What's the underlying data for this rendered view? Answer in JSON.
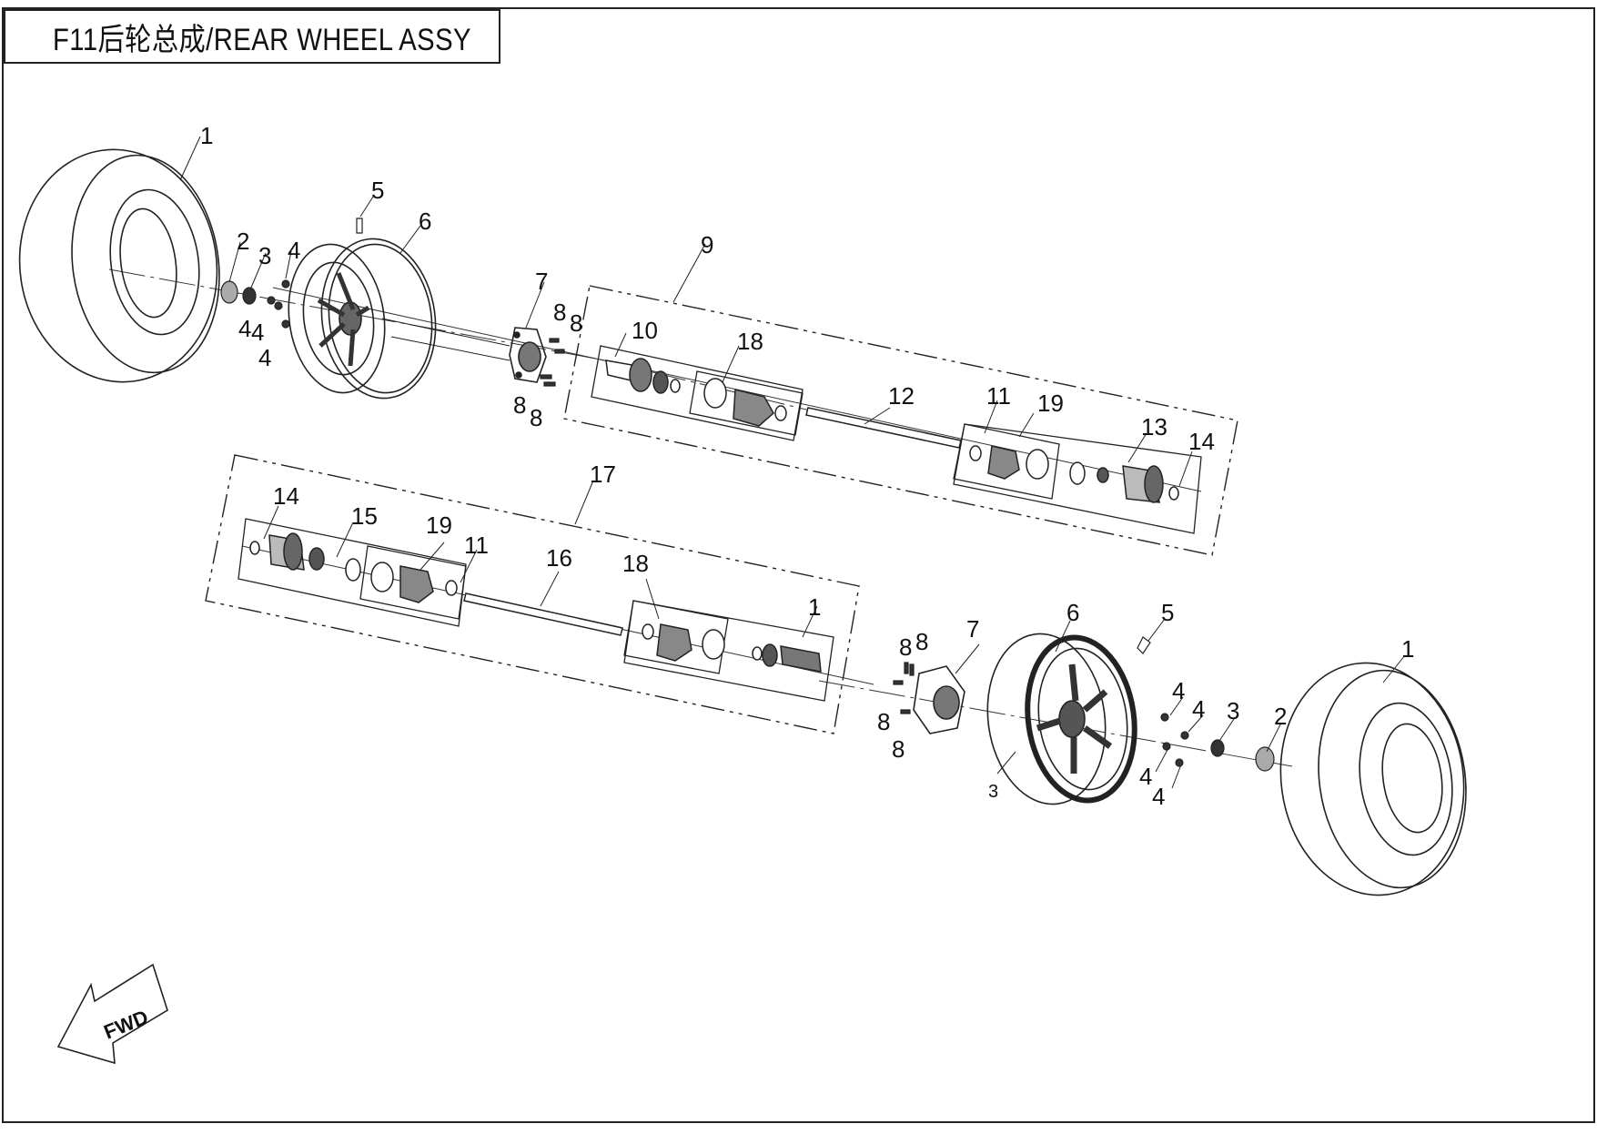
{
  "title": "F11后轮总成/REAR WHEEL ASSY",
  "fwd_label": "FWD",
  "callouts": [
    {
      "id": "c1a",
      "text": "1"
    },
    {
      "id": "c2a",
      "text": "2"
    },
    {
      "id": "c3a",
      "text": "3"
    },
    {
      "id": "c4a",
      "text": "4"
    },
    {
      "id": "c4b",
      "text": "4"
    },
    {
      "id": "c4c",
      "text": "4"
    },
    {
      "id": "c4d",
      "text": "4"
    },
    {
      "id": "c5a",
      "text": "5"
    },
    {
      "id": "c6a",
      "text": "6"
    },
    {
      "id": "c7a",
      "text": "7"
    },
    {
      "id": "c8a",
      "text": "8"
    },
    {
      "id": "c8b",
      "text": "8"
    },
    {
      "id": "c8c",
      "text": "8"
    },
    {
      "id": "c8d",
      "text": "8"
    },
    {
      "id": "c9",
      "text": "9"
    },
    {
      "id": "c10",
      "text": "10"
    },
    {
      "id": "c18a",
      "text": "18"
    },
    {
      "id": "c12",
      "text": "12"
    },
    {
      "id": "c11a",
      "text": "11"
    },
    {
      "id": "c19a",
      "text": "19"
    },
    {
      "id": "c13",
      "text": "13"
    },
    {
      "id": "c14a",
      "text": "14"
    },
    {
      "id": "c17",
      "text": "17"
    },
    {
      "id": "c14b",
      "text": "14"
    },
    {
      "id": "c15",
      "text": "15"
    },
    {
      "id": "c19b",
      "text": "19"
    },
    {
      "id": "c11b",
      "text": "11"
    },
    {
      "id": "c16",
      "text": "16"
    },
    {
      "id": "c18b",
      "text": "18"
    },
    {
      "id": "c1b",
      "text": "1"
    },
    {
      "id": "c8e",
      "text": "8"
    },
    {
      "id": "c8f",
      "text": "8"
    },
    {
      "id": "c8g",
      "text": "8"
    },
    {
      "id": "c8h",
      "text": "8"
    },
    {
      "id": "c7b",
      "text": "7"
    },
    {
      "id": "c6b",
      "text": "6"
    },
    {
      "id": "c5b",
      "text": "5"
    },
    {
      "id": "c4e",
      "text": "4"
    },
    {
      "id": "c4f",
      "text": "4"
    },
    {
      "id": "c3b",
      "text": "3"
    },
    {
      "id": "c2b",
      "text": "2"
    },
    {
      "id": "c1c",
      "text": "1"
    },
    {
      "id": "c4g",
      "text": "4"
    },
    {
      "id": "c4h",
      "text": "4"
    },
    {
      "id": "c3c",
      "text": "3"
    }
  ]
}
